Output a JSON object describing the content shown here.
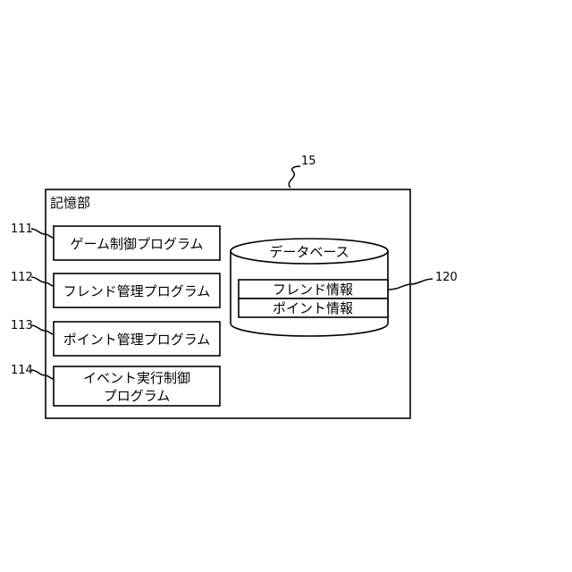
{
  "storage": {
    "ref": "15",
    "title": "記憶部"
  },
  "programs": [
    {
      "ref": "111",
      "lines": [
        "ゲーム制御プログラム"
      ]
    },
    {
      "ref": "112",
      "lines": [
        "フレンド管理プログラム"
      ]
    },
    {
      "ref": "113",
      "lines": [
        "ポイント管理プログラム"
      ]
    },
    {
      "ref": "114",
      "lines": [
        "イベント実行制御",
        "プログラム"
      ]
    }
  ],
  "database": {
    "ref": "120",
    "title": "データベース",
    "records": [
      "フレンド情報",
      "ポイント情報"
    ]
  }
}
